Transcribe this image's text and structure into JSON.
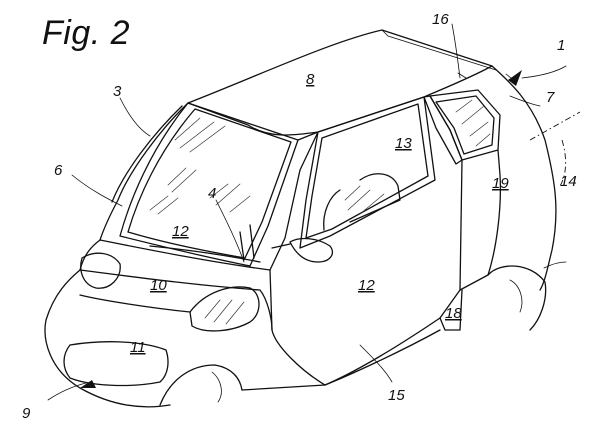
{
  "figure": {
    "title": "Fig. 2"
  },
  "labels": {
    "l1": "1",
    "l3": "3",
    "l4": "4",
    "l6": "6",
    "l7": "7",
    "l8": "8",
    "l9": "9",
    "l10": "10",
    "l11": "11",
    "l12_hood": "12",
    "l12_door": "12",
    "l13": "13",
    "l14": "14",
    "l15": "15",
    "l16": "16",
    "l18": "18",
    "l19": "19"
  }
}
